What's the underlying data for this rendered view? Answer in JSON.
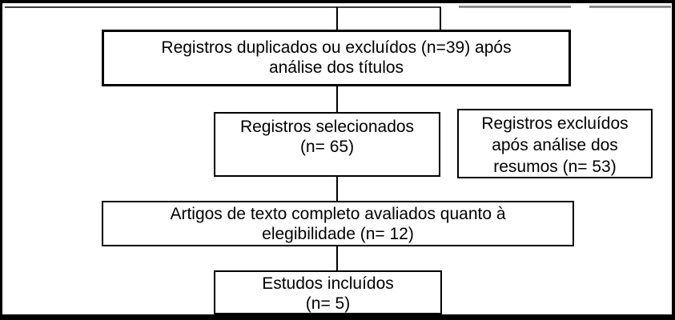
{
  "diagram": {
    "kind": "study-selection-flowchart",
    "language": "pt-BR",
    "boxes": {
      "titles_excluded": {
        "lines": [
          "Registros duplicados ou excluídos (n=39) após",
          "análise dos títulos"
        ],
        "n": 39
      },
      "selected": {
        "lines": [
          "Registros selecionados",
          "(n= 65)"
        ],
        "n": 65
      },
      "abstracts_excluded": {
        "lines": [
          "Registros excluídos",
          "após análise dos",
          "resumos (n= 53)"
        ],
        "n": 53
      },
      "full_text": {
        "lines": [
          "Artigos de texto completo avaliados quanto à",
          "elegibilidade (n= 12)"
        ],
        "n": 12
      },
      "included": {
        "lines": [
          "Estudos incluídos",
          "(n= 5)"
        ],
        "n": 5
      }
    },
    "colors": {
      "frame": "#000000",
      "box_border": "#000000",
      "connector": "#000000",
      "truncated_line_dark": "#3d3d3d",
      "truncated_line_gray": "#8f8f8f",
      "background": "#ffffff",
      "text": "#000000"
    }
  }
}
